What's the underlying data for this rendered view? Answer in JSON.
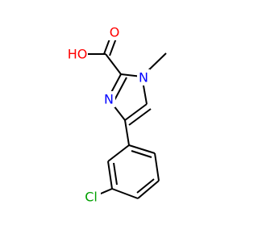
{
  "molecule": {
    "colors": {
      "bond": "#000000",
      "oxygen": "#ff0000",
      "nitrogen": "#0000ff",
      "chlorine": "#00a000",
      "carbon": "#000000",
      "background": "#ffffff"
    },
    "atoms": {
      "hydroxyl_oxygen": "HO",
      "carbonyl_oxygen": "O",
      "imine_nitrogen": "N",
      "methyl_nitrogen": "N",
      "chlorine": "Cl"
    }
  }
}
